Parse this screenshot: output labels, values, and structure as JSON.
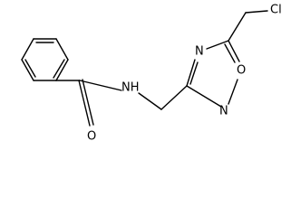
{
  "molecule": {
    "atoms": {
      "o_carbonyl": "O",
      "nh": "NH",
      "n3": "N",
      "o1": "O",
      "n2": "N",
      "cl": "Cl"
    }
  }
}
